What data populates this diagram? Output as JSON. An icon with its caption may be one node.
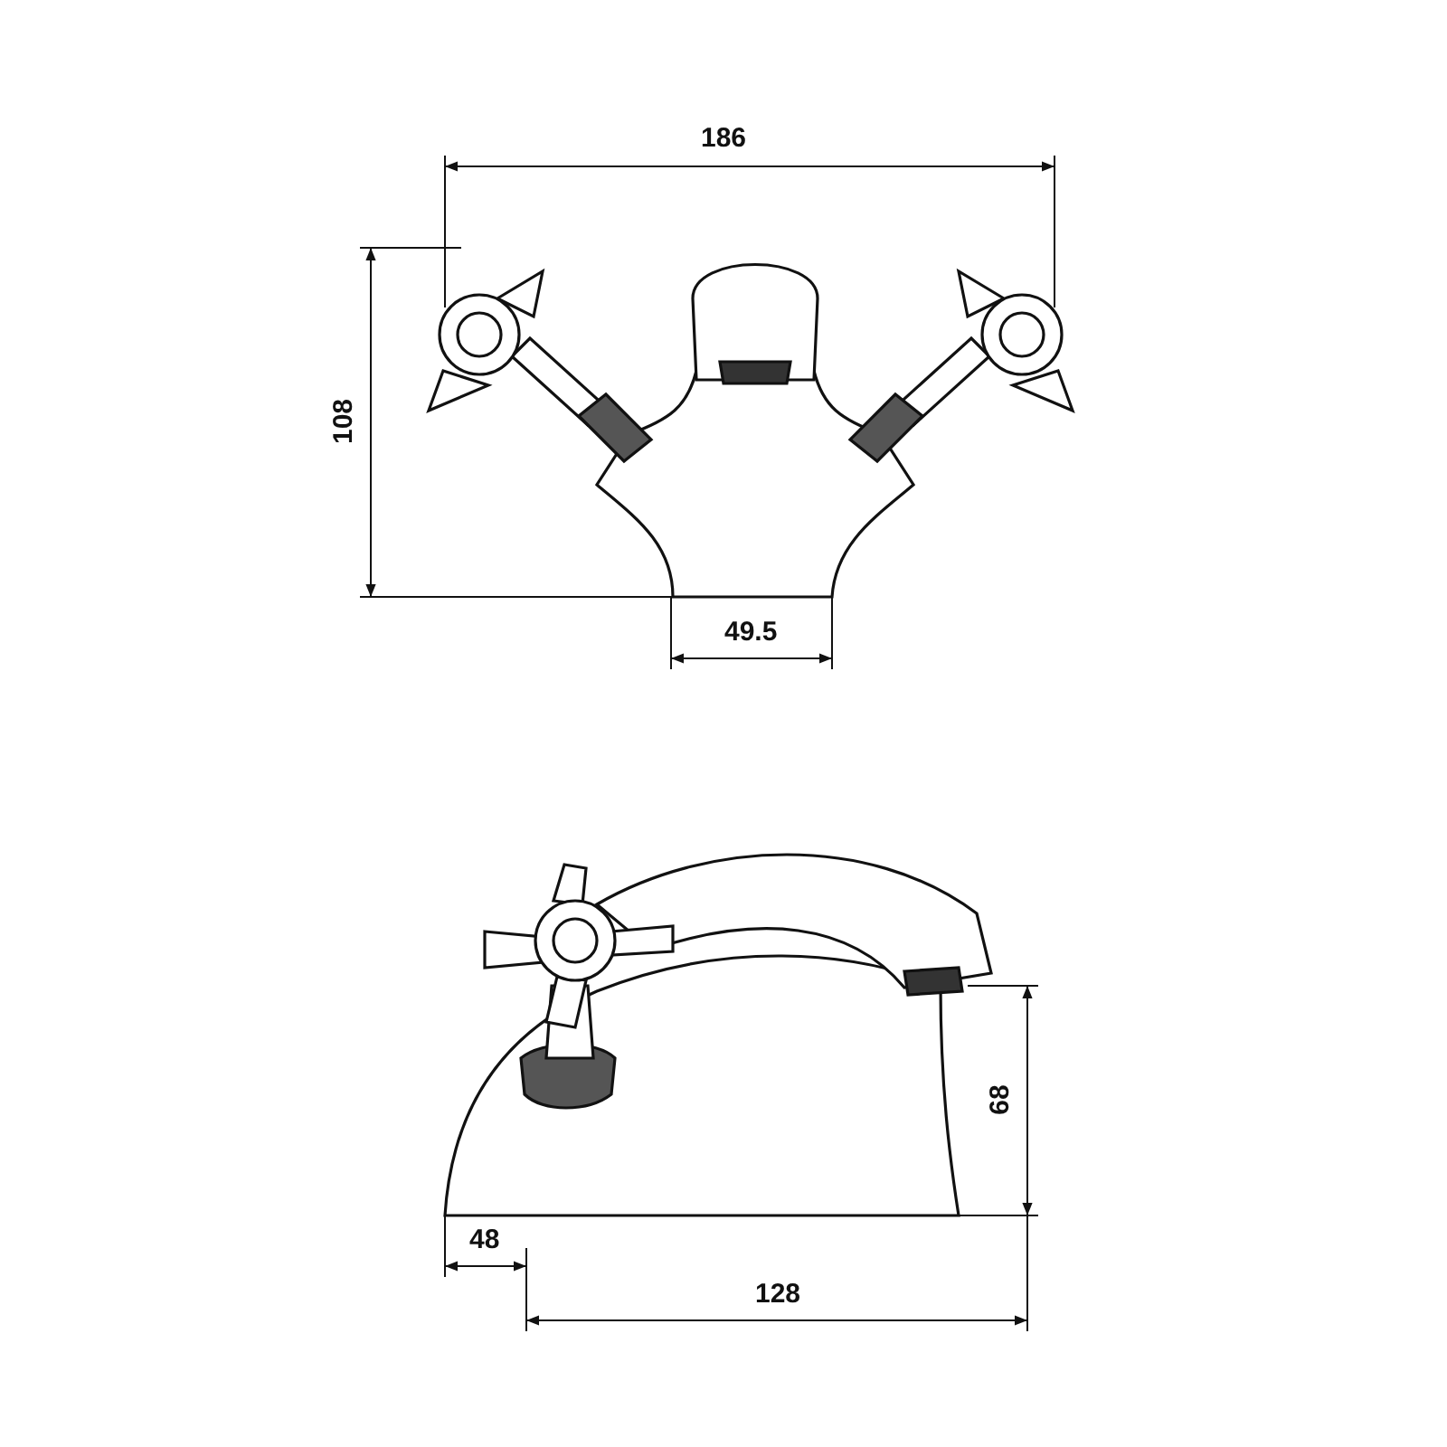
{
  "diagram": {
    "labels": [
      "186",
      "108",
      "49.5",
      "48",
      "128",
      "68"
    ]
  }
}
